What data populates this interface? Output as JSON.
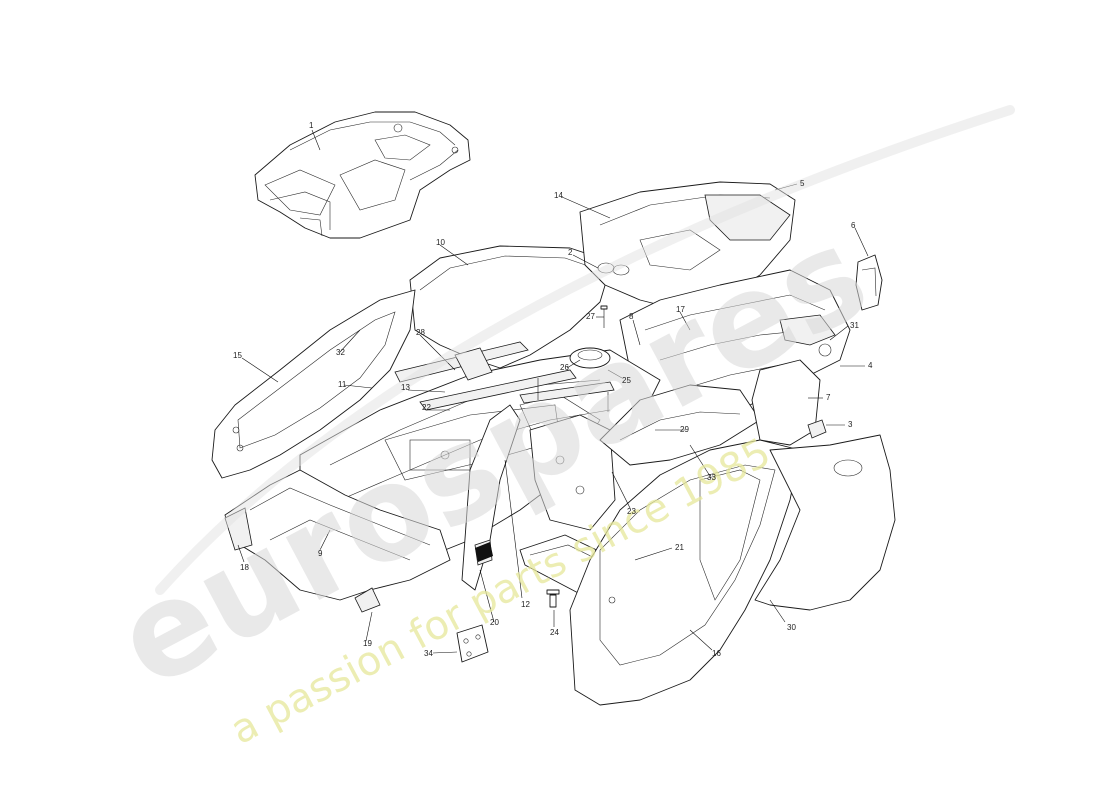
{
  "watermark": {
    "brand": "eurospares",
    "tagline": "a passion for parts since 1985",
    "tagline_color": "#e6e89a",
    "brand_color": "#d8d8d8"
  },
  "callouts": [
    {
      "id": "c1",
      "label": "1"
    },
    {
      "id": "c2",
      "label": "2"
    },
    {
      "id": "c3",
      "label": "3"
    },
    {
      "id": "c4",
      "label": "4"
    },
    {
      "id": "c5",
      "label": "5"
    },
    {
      "id": "c6",
      "label": "6"
    },
    {
      "id": "c7",
      "label": "7"
    },
    {
      "id": "c8",
      "label": "8"
    },
    {
      "id": "c9",
      "label": "9"
    },
    {
      "id": "c10",
      "label": "10"
    },
    {
      "id": "c11",
      "label": "11"
    },
    {
      "id": "c12",
      "label": "12"
    },
    {
      "id": "c13",
      "label": "13"
    },
    {
      "id": "c14",
      "label": "14"
    },
    {
      "id": "c15",
      "label": "15"
    },
    {
      "id": "c16",
      "label": "16"
    },
    {
      "id": "c17",
      "label": "17"
    },
    {
      "id": "c18",
      "label": "18"
    },
    {
      "id": "c19",
      "label": "19"
    },
    {
      "id": "c20",
      "label": "20"
    },
    {
      "id": "c21",
      "label": "21"
    },
    {
      "id": "c22",
      "label": "22"
    },
    {
      "id": "c23",
      "label": "23"
    },
    {
      "id": "c24",
      "label": "24"
    },
    {
      "id": "c25",
      "label": "25"
    },
    {
      "id": "c26",
      "label": "26"
    },
    {
      "id": "c27",
      "label": "27"
    },
    {
      "id": "c28",
      "label": "28"
    },
    {
      "id": "c29",
      "label": "29"
    },
    {
      "id": "c30",
      "label": "30"
    },
    {
      "id": "c31",
      "label": "31"
    },
    {
      "id": "c32",
      "label": "32"
    },
    {
      "id": "c33",
      "label": "33"
    },
    {
      "id": "c34",
      "label": "34"
    }
  ]
}
